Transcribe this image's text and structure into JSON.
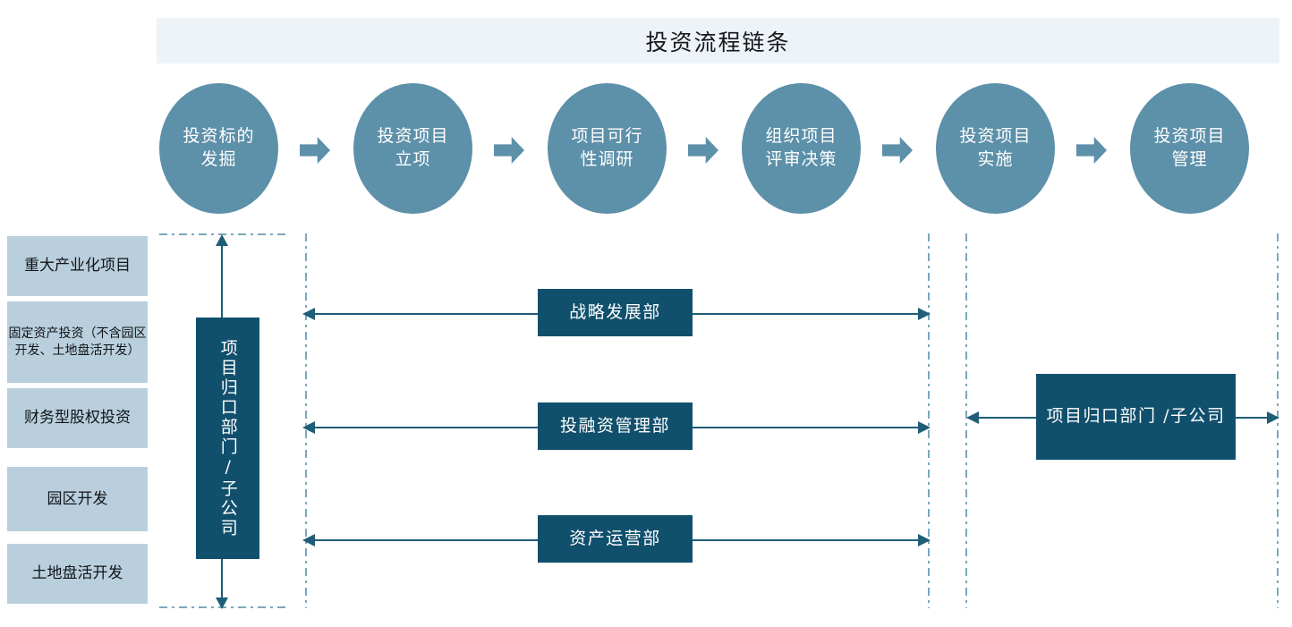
{
  "header": {
    "title": "投资流程链条",
    "band_color": "#eef3f7"
  },
  "theme": {
    "circle_fill": "#5d90a9",
    "dark_box_fill": "#11506d",
    "light_box_fill": "#b9cfdd",
    "line_color": "#1f5d78",
    "rail_color": "#7ba7bd"
  },
  "process": {
    "steps": [
      {
        "line1": "投资标的",
        "line2": "发掘"
      },
      {
        "line1": "投资项目",
        "line2": "立项"
      },
      {
        "line1": "项目可行",
        "line2": "性调研"
      },
      {
        "line1": "组织项目",
        "line2": "评审决策"
      },
      {
        "line1": "投资项目",
        "line2": "实施"
      },
      {
        "line1": "投资项目",
        "line2": "管理"
      }
    ],
    "connector_icon": "right-block-arrow-icon"
  },
  "categories": {
    "items": [
      {
        "label": "重大产业化项目",
        "font_size": "17px"
      },
      {
        "label": "固定资产投资（不含园区开发、土地盘活开发）",
        "font_size": "14px"
      },
      {
        "label": "财务型股权投资",
        "font_size": "17px"
      },
      {
        "label": "园区开发",
        "font_size": "17px"
      },
      {
        "label": "土地盘活开发",
        "font_size": "17px"
      }
    ]
  },
  "owners": {
    "vertical_left": "项目归口部门\n/子公司",
    "vertical_left_main": "项目归口部门",
    "vertical_left_sub": "/子公司",
    "right_box_line1": "项目归口部门",
    "right_box_line2": "/子公司"
  },
  "departments": {
    "rows": [
      {
        "label": "战略发展部"
      },
      {
        "label": "投融资管理部"
      },
      {
        "label": "资产运营部"
      }
    ]
  }
}
